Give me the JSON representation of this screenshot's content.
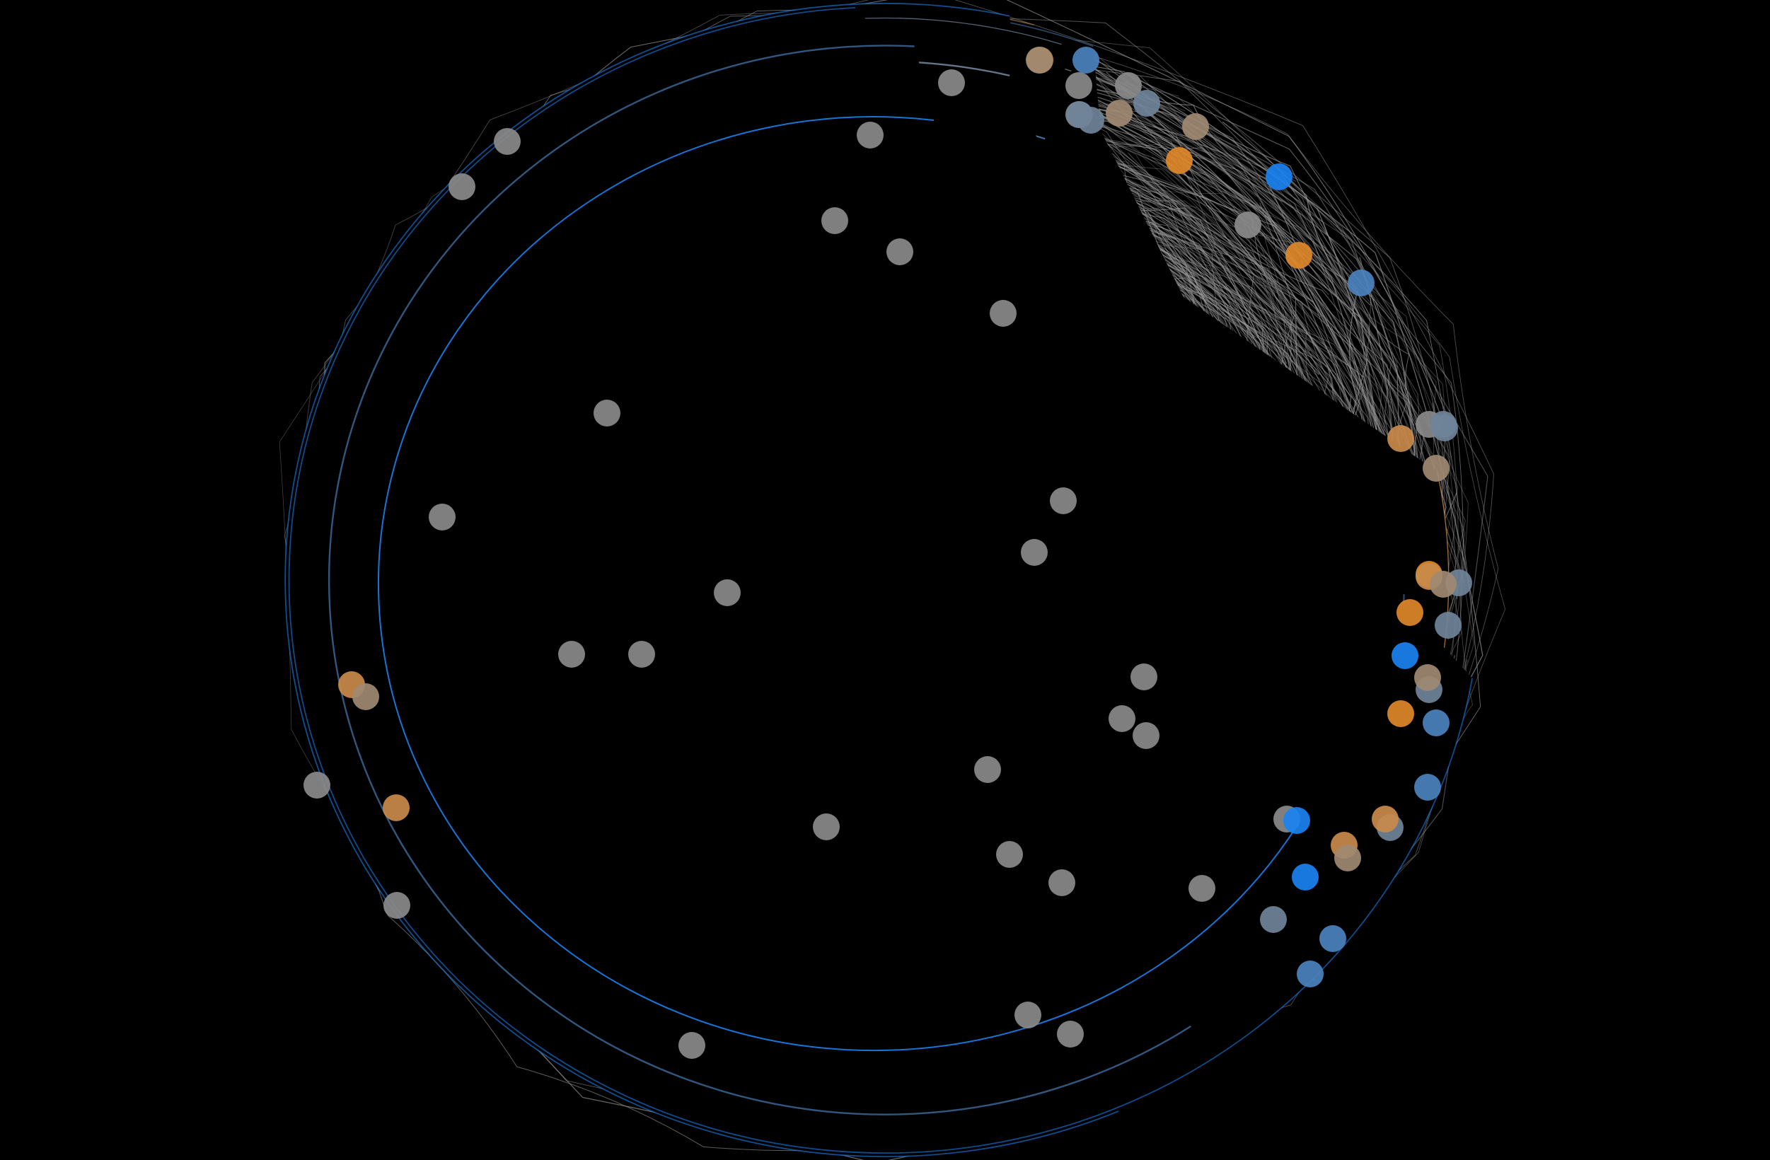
{
  "diagram": {
    "type": "circular-network",
    "background_color": "#000000",
    "colors": {
      "gray": "#8a8a8a",
      "edge_gray": "#9a9a9a",
      "blue": "#1a82f0",
      "steel_blue": "#4a82bd",
      "slate": "#6f8399",
      "orange": "#e0882a",
      "dark_orange": "#c98a4a",
      "tan": "#a08a72"
    },
    "random_edge_count": 1400,
    "highlighted_path_colors": [
      "blue",
      "steel_blue",
      "orange",
      "dark_orange",
      "slate",
      "tan"
    ],
    "node_groups": [
      {
        "category": "gray",
        "count": 33
      },
      {
        "category": "blue",
        "count": 4
      },
      {
        "category": "steel_blue",
        "count": 6
      },
      {
        "category": "slate",
        "count": 10
      },
      {
        "category": "orange",
        "count": 5
      },
      {
        "category": "dark_orange",
        "count": 7
      },
      {
        "category": "tan",
        "count": 8
      }
    ]
  }
}
